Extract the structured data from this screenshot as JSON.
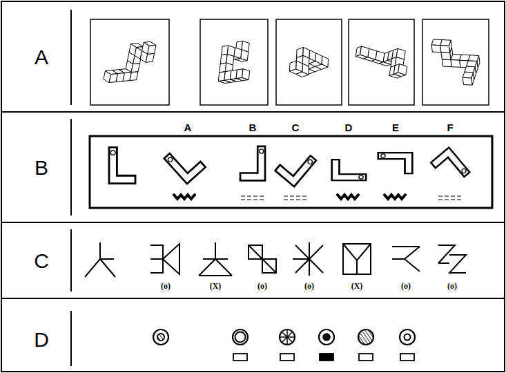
{
  "diagram": {
    "labels": [
      "A",
      "B",
      "C",
      "D",
      "A",
      "B",
      "C",
      "D",
      "E",
      "F",
      "(o)",
      "(X)",
      "(o)",
      "(o)",
      "(X)",
      "(o)",
      "(o)"
    ]
  }
}
